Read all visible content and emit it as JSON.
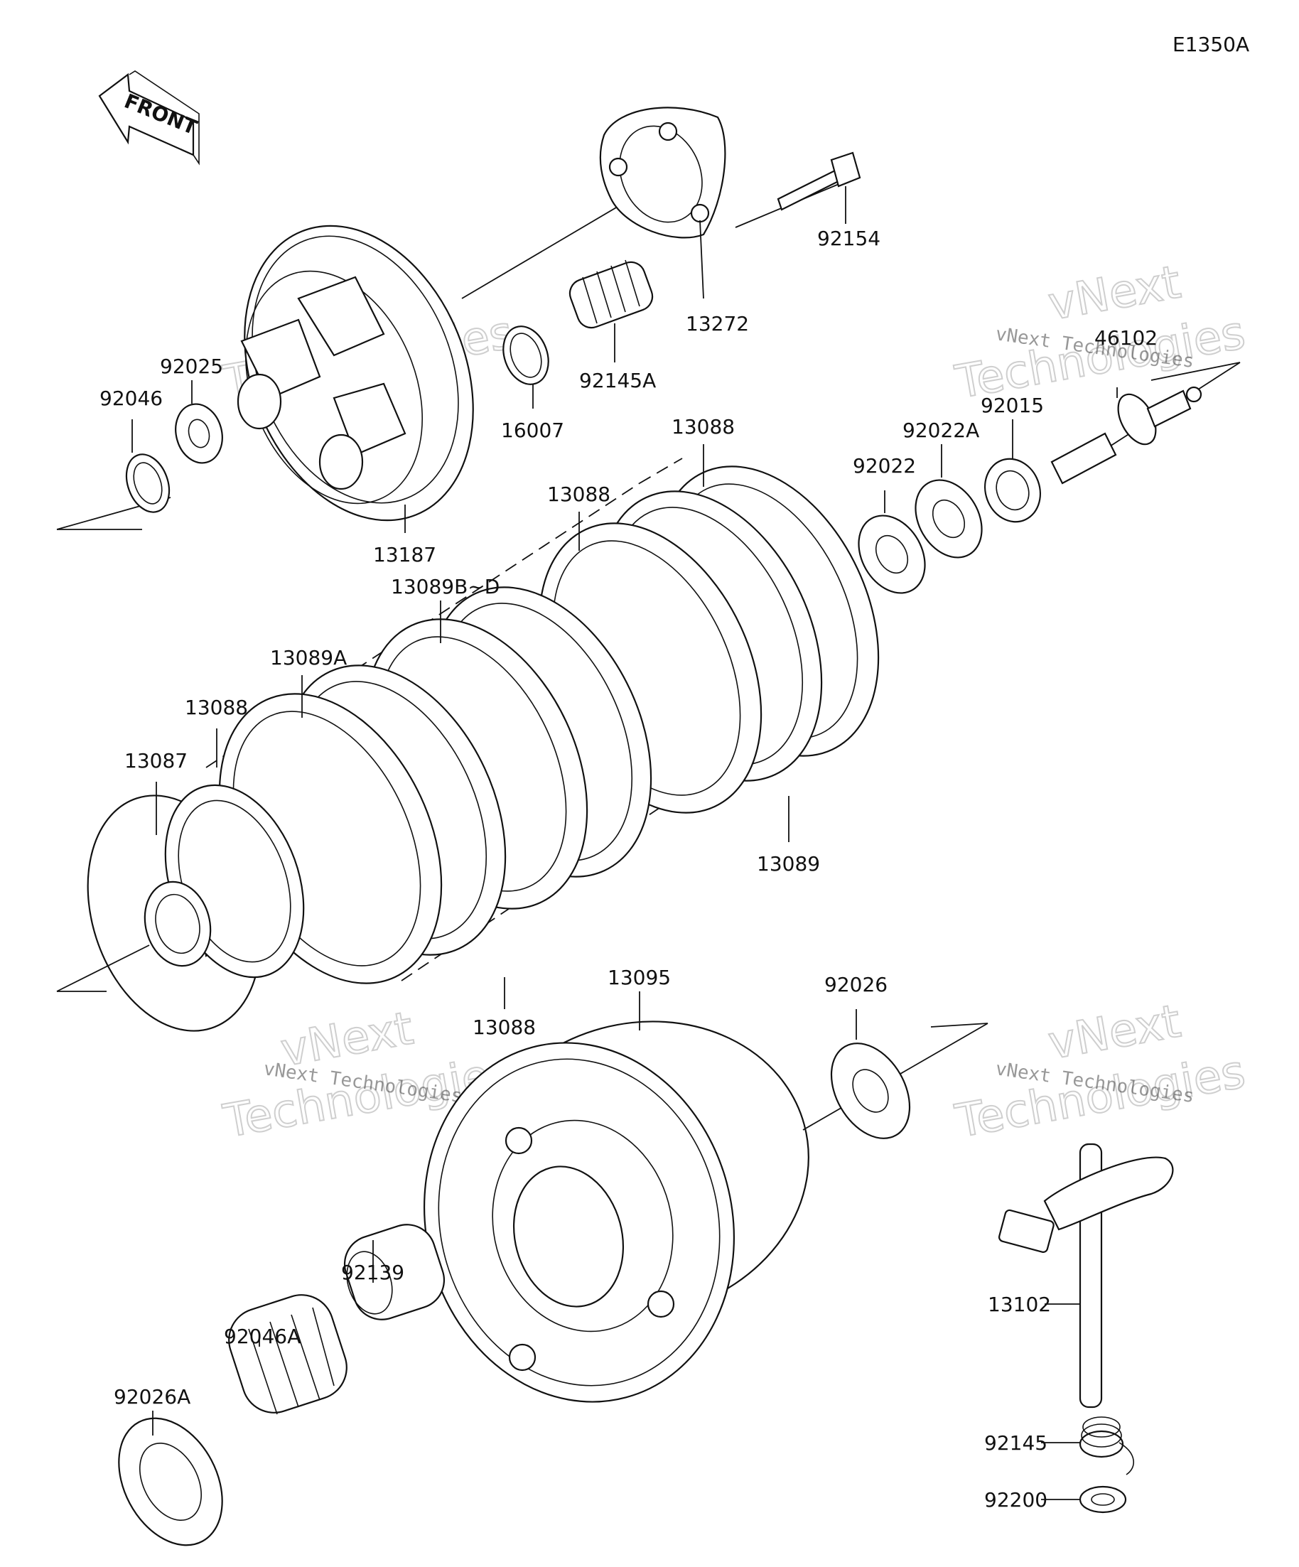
{
  "diagram_code": "E1350A",
  "front_label": "FRONT",
  "watermark": {
    "brand": "vNext",
    "word": "Technologies",
    "full": "vNext Technologies"
  },
  "parts": {
    "p92154": "92154",
    "p13272": "13272",
    "p92145A": "92145A",
    "p16007": "16007",
    "p13187": "13187",
    "p92025": "92025",
    "p92046": "92046",
    "p46102": "46102",
    "p92015": "92015",
    "p92022A": "92022A",
    "p92022": "92022",
    "p13088_a": "13088",
    "p13088_b": "13088",
    "p13088_c": "13088",
    "p13088_d": "13088",
    "p13089BD": "13089B~D",
    "p13089A": "13089A",
    "p13087": "13087",
    "p13089": "13089",
    "p13095": "13095",
    "p92026": "92026",
    "p92139": "92139",
    "p92046A": "92046A",
    "p92026A": "92026A",
    "p13102": "13102",
    "p92145": "92145",
    "p92200": "92200"
  }
}
